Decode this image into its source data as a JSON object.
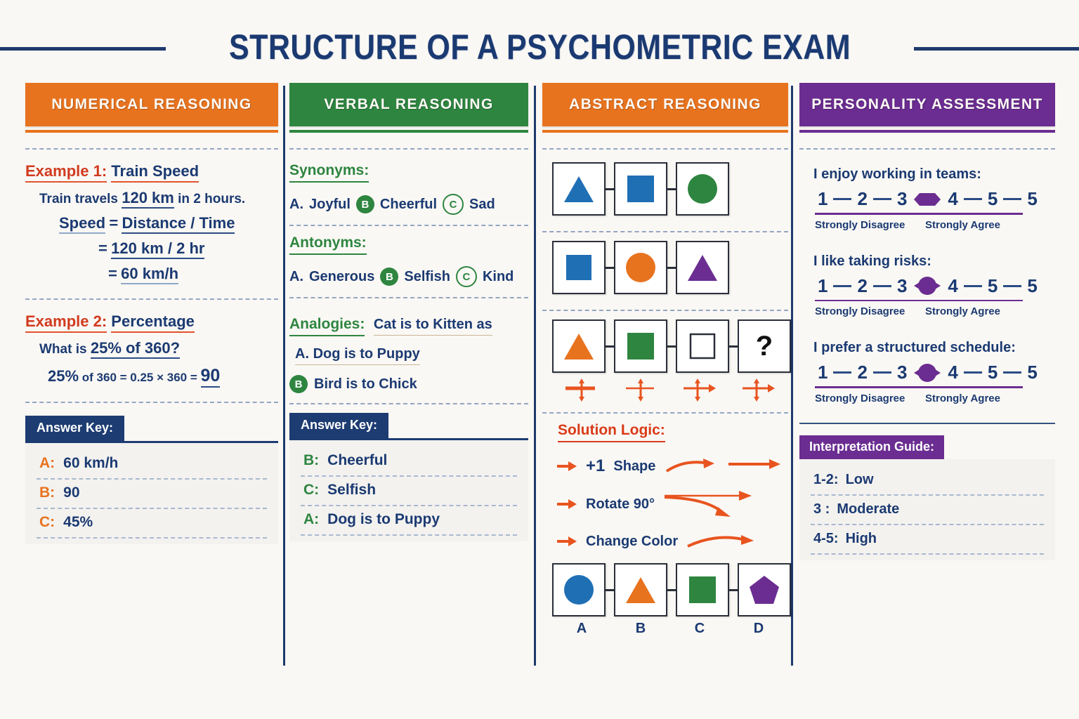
{
  "title": "STRUCTURE OF A PSYCHOMETRIC EXAM",
  "colors": {
    "navy": "#1b3a72",
    "orange": "#e8731f",
    "green": "#2e8540",
    "purple": "#6b2d91",
    "red": "#d13b1f",
    "background": "#faf8f4"
  },
  "columns": {
    "numerical": {
      "header": "NUMERICAL REASONING",
      "example1": {
        "label": "Example 1:",
        "topic": "Train Speed",
        "premise_pre": "Train travels",
        "premise_value": "120 km",
        "premise_post": "in 2 hours.",
        "eq1_lhs": "Speed",
        "eq1_eq": "=",
        "eq1_rhs": "Distance / Time",
        "eq2_eq": "=",
        "eq2_rhs": "120 km  /  2 hr",
        "eq3_eq": "=",
        "eq3_rhs": "60 km/h"
      },
      "example2": {
        "label": "Example 2:",
        "topic": "Percentage",
        "question_pre": "What is",
        "question_value": "25% of 360?",
        "work_lead": "25%",
        "work_mid": "of 360 = 0.25 × 360 =",
        "work_result": "90"
      },
      "answer_key": {
        "title": "Answer Key:",
        "rows": [
          {
            "key": "A:",
            "value": "60 km/h"
          },
          {
            "key": "B:",
            "value": "90"
          },
          {
            "key": "C:",
            "value": "45%"
          }
        ]
      }
    },
    "verbal": {
      "header": "VERBAL REASONING",
      "synonyms": {
        "title": "Synonyms:",
        "options": [
          {
            "mark": "A.",
            "style": "plain",
            "text": "Joyful"
          },
          {
            "mark": "B",
            "style": "filled",
            "text": "Cheerful"
          },
          {
            "mark": "C",
            "style": "outline",
            "text": "Sad"
          }
        ]
      },
      "antonyms": {
        "title": "Antonyms:",
        "options": [
          {
            "mark": "A.",
            "style": "plain",
            "text": "Generous"
          },
          {
            "mark": "B",
            "style": "filled",
            "text": "Selfish"
          },
          {
            "mark": "C",
            "style": "outline",
            "text": "Kind"
          }
        ]
      },
      "analogies": {
        "title": "Analogies:",
        "stem": "Cat is to Kitten as",
        "options": [
          {
            "mark": "A.",
            "style": "plain",
            "text": "Dog is to Puppy"
          },
          {
            "mark": "B",
            "style": "filled",
            "text": "Bird is to Chick"
          }
        ]
      },
      "answer_key": {
        "title": "Answer Key:",
        "rows": [
          {
            "key": "B:",
            "value": "Cheerful"
          },
          {
            "key": "C:",
            "value": "Selfish"
          },
          {
            "key": "A:",
            "value": "Dog is to Puppy"
          }
        ]
      }
    },
    "abstract": {
      "header": "ABSTRACT REASONING",
      "sequences": [
        {
          "name": "sequence-row-1",
          "cells": [
            {
              "shape": "triangle",
              "color": "#1f6fb5"
            },
            {
              "shape": "square",
              "color": "#1f6fb5"
            },
            {
              "shape": "circle",
              "color": "#2e8540"
            }
          ]
        },
        {
          "name": "sequence-row-2",
          "cells": [
            {
              "shape": "square",
              "color": "#1f6fb5"
            },
            {
              "shape": "circle",
              "color": "#e8731f"
            },
            {
              "shape": "triangle",
              "color": "#6b2d91"
            }
          ]
        },
        {
          "name": "sequence-row-3",
          "cells": [
            {
              "shape": "triangle",
              "color": "#e8731f"
            },
            {
              "shape": "square",
              "color": "#2e8540"
            },
            {
              "shape": "square-outline",
              "color": "#2b2f3a"
            },
            {
              "shape": "question",
              "color": "#111111"
            }
          ]
        }
      ],
      "solution": {
        "title": "Solution Logic:",
        "rules": [
          {
            "prefix": "+1",
            "text": "Shape"
          },
          {
            "prefix": "",
            "text": "Rotate 90°"
          },
          {
            "prefix": "",
            "text": "Change Color"
          }
        ]
      },
      "options": [
        {
          "label": "A",
          "shape": "circle",
          "color": "#1f6fb5"
        },
        {
          "label": "B",
          "shape": "triangle",
          "color": "#e8731f"
        },
        {
          "label": "C",
          "shape": "square",
          "color": "#2e8540"
        },
        {
          "label": "D",
          "shape": "pentagon",
          "color": "#6b2d91"
        }
      ]
    },
    "personality": {
      "header": "PERSONALITY ASSESSMENT",
      "items": [
        {
          "question": "I enjoy working in teams:",
          "scale": [
            "1",
            "2",
            "3",
            "4",
            "5",
            "5"
          ],
          "marker_after": 3,
          "marker_shape": "hexagon",
          "left_label": "Strongly Disagree",
          "right_label": "Strongly Agree"
        },
        {
          "question": "I like taking risks:",
          "scale": [
            "1",
            "2",
            "3",
            "4",
            "5",
            "5"
          ],
          "marker_after": 3,
          "marker_shape": "circle",
          "left_label": "Strongly Disagree",
          "right_label": "Strongly Agree"
        },
        {
          "question": "I prefer a structured schedule:",
          "scale": [
            "1",
            "2",
            "3",
            "4",
            "5",
            "5"
          ],
          "marker_after": 3,
          "marker_shape": "circle",
          "left_label": "Strongly Disagree",
          "right_label": "Strongly Agree"
        }
      ],
      "guide": {
        "title": "Interpretation Guide:",
        "rows": [
          {
            "key": "1-2:",
            "value": "Low"
          },
          {
            "key": "3 :",
            "value": "Moderate"
          },
          {
            "key": "4-5:",
            "value": "High"
          }
        ]
      }
    }
  }
}
